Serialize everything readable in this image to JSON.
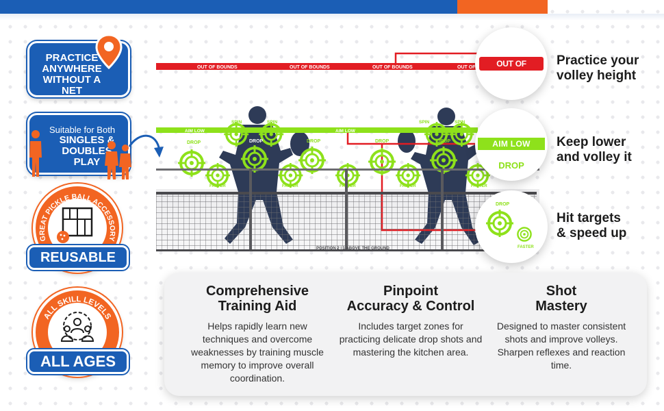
{
  "badges": {
    "practice": "PRACTICE ANYWHERE WITHOUT A NET",
    "suitable_small": "Suitable for Both",
    "suitable_big": "SINGLES & DOUBLES PLAY",
    "accessory_arc": "GREAT PICKLE BALL ACCESSORY",
    "reusable": "REUSABLE",
    "skill_arc": "ALL SKILL LEVELS",
    "all_ages": "ALL AGES"
  },
  "court": {
    "out_of_bounds": "OUT OF BOUNDS",
    "aim_low": "AIM LOW",
    "spin": "SPIN",
    "drop": "DROP",
    "faster": "FASTER",
    "net_caption": "POSITION 2 | 1 ABOVE THE GROUND"
  },
  "features": [
    {
      "pill": "OUT OF BOUNDS",
      "title_line1": "Practice your",
      "title_line2": "volley height"
    },
    {
      "pill": "AIM LOW",
      "sub": "DROP",
      "title_line1": "Keep lower",
      "title_line2": "and volley it"
    },
    {
      "pill": "DROP",
      "sub": "FASTER",
      "title_line1": "Hit targets",
      "title_line2": "& speed up"
    }
  ],
  "columns": [
    {
      "title_line1": "Comprehensive",
      "title_line2": "Training Aid",
      "body": "Helps rapidly learn new techniques and overcome weaknesses by training muscle memory to improve overall coordination."
    },
    {
      "title_line1": "Pinpoint",
      "title_line2": "Accuracy & Control",
      "body": "Includes target zones for practicing delicate drop shots and mastering the kitchen area."
    },
    {
      "title_line1": "Shot",
      "title_line2": "Mastery",
      "body": "Designed to master consistent shots and improve volleys. Sharpen reflexes and reaction time."
    }
  ],
  "colors": {
    "blue": "#1b5eb5",
    "orange": "#f26522",
    "red": "#e21d23",
    "green": "#8ee11b",
    "navy": "#2e3b57"
  }
}
